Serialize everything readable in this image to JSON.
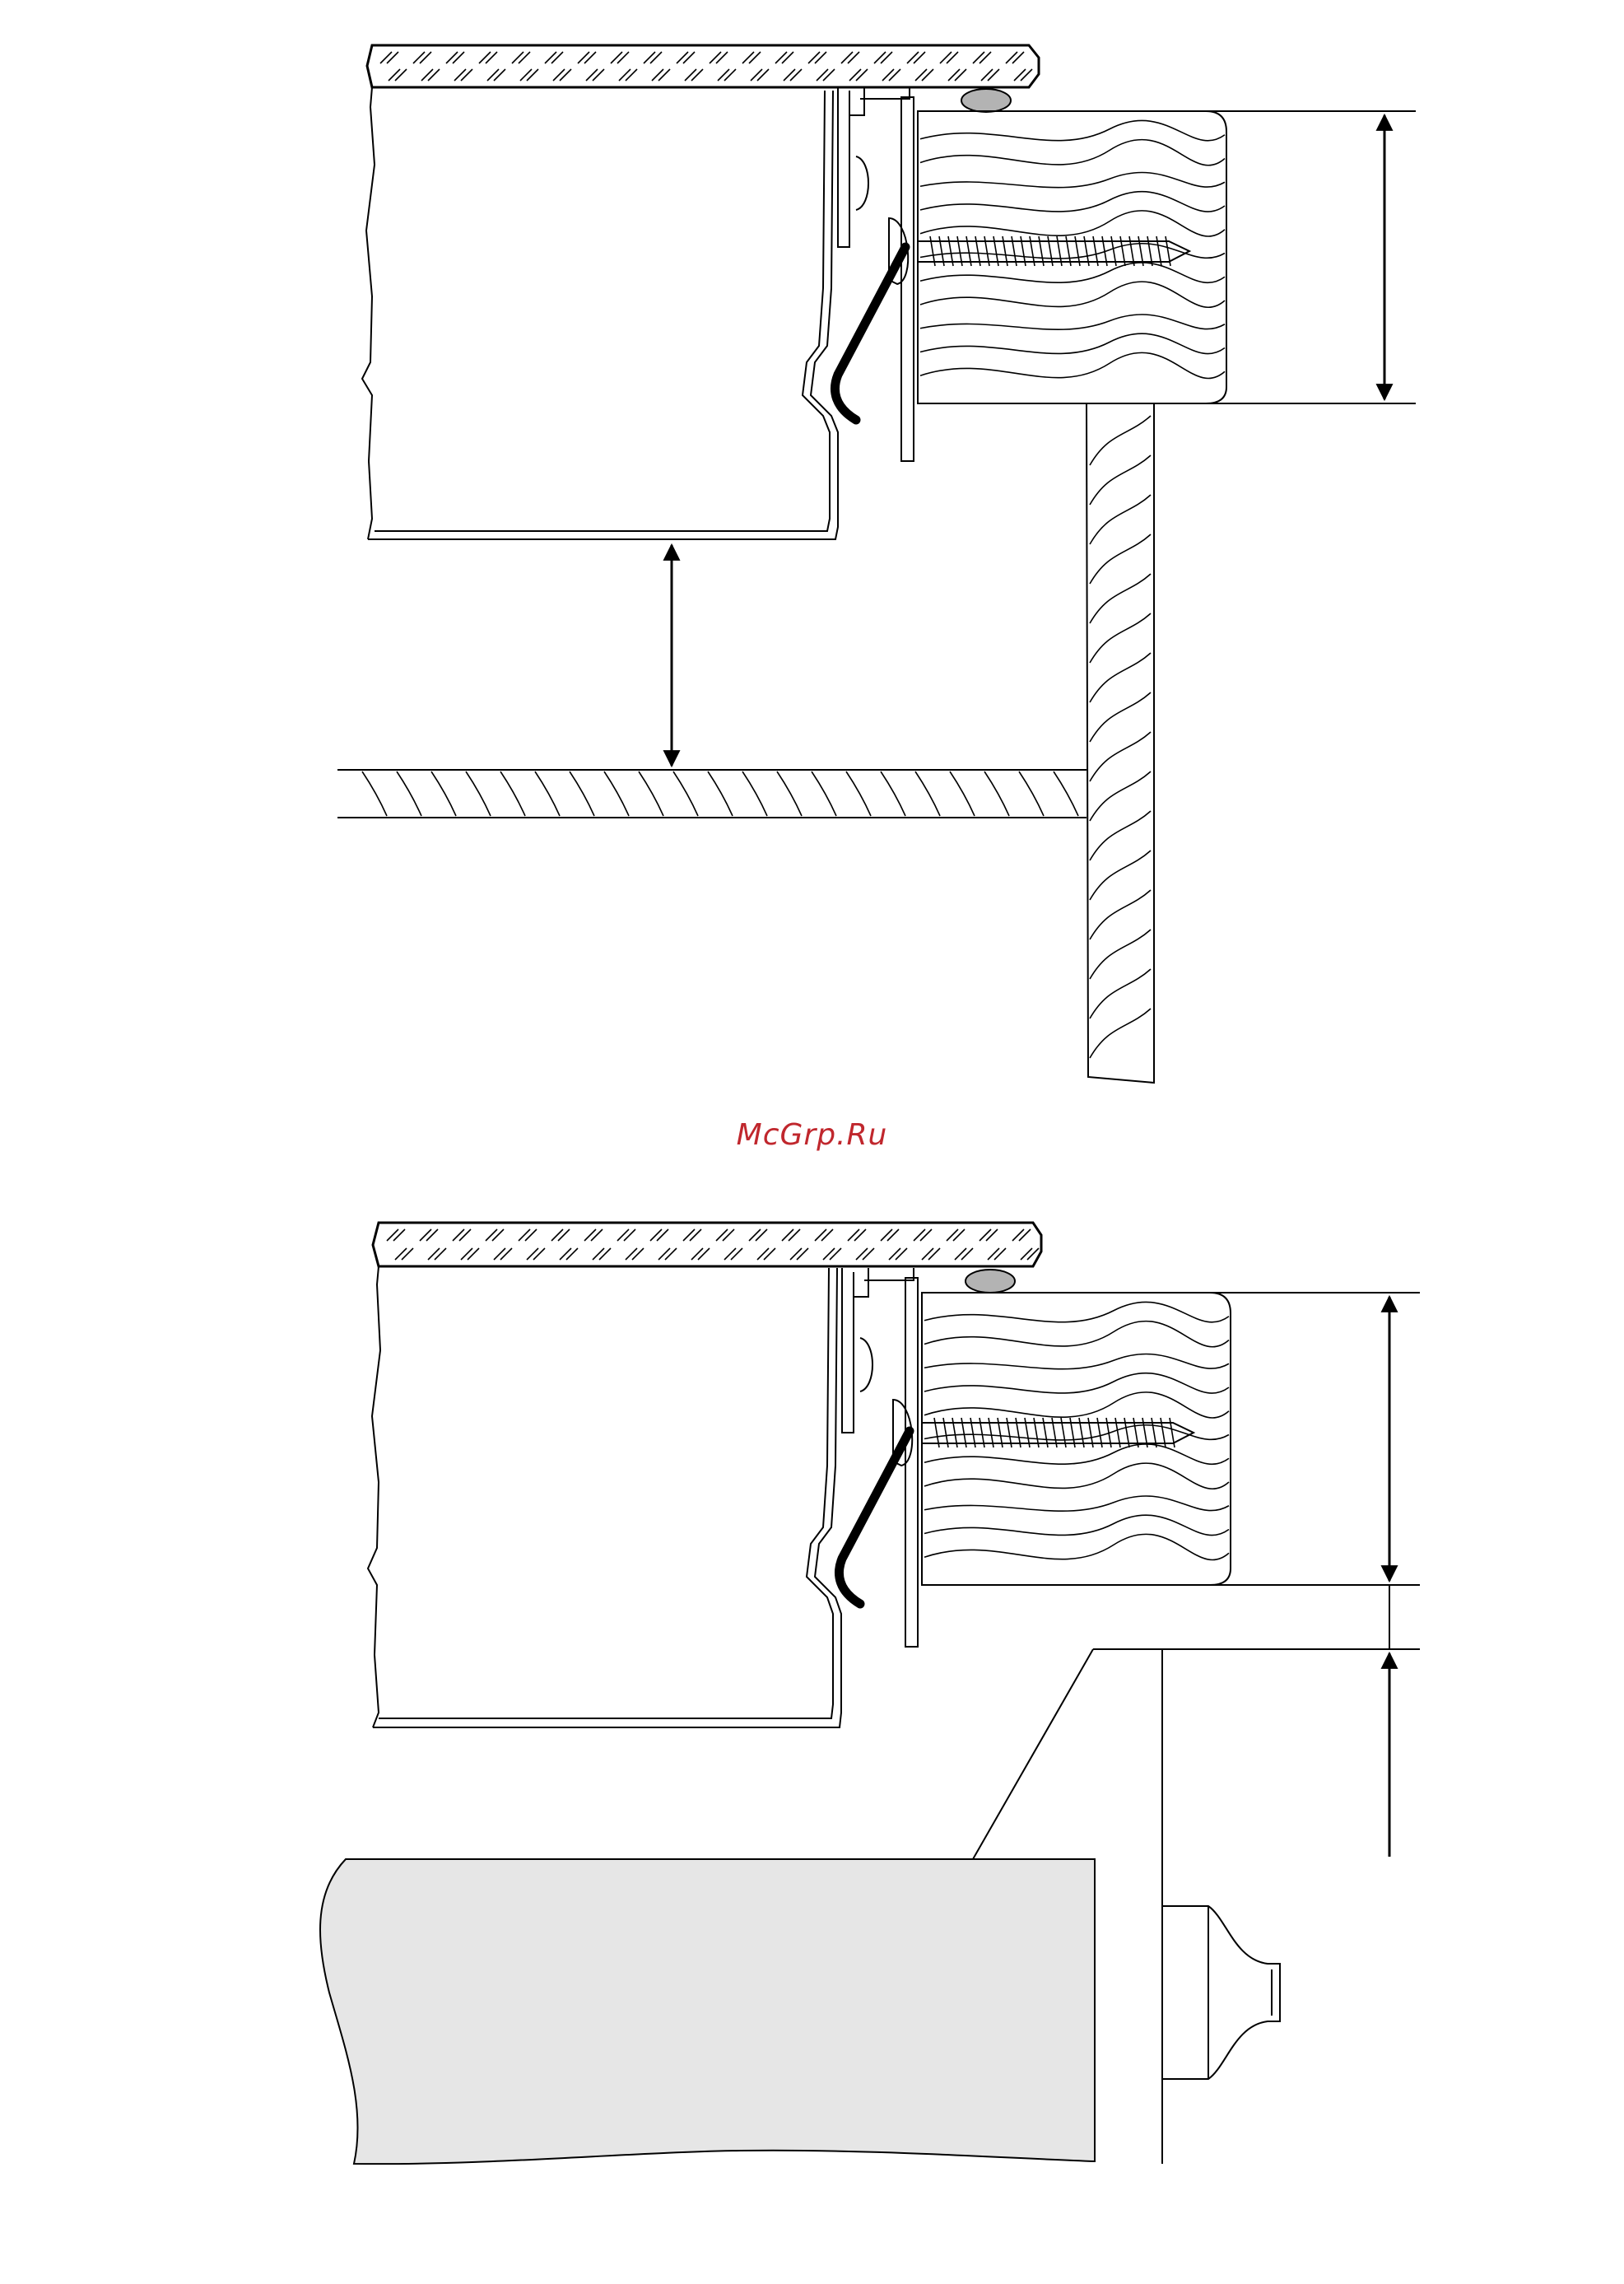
{
  "watermark": "McGrp.Ru",
  "colors": {
    "watermark": "#c0272d",
    "line": "#000000",
    "seal": "#b3b3b3",
    "door": "#e6e6e6"
  },
  "figures": [
    {
      "name": "top-installation-detail",
      "shows": [
        "worktop",
        "hob-housing",
        "fixing-clip",
        "wood-batten",
        "side-panel",
        "shelf"
      ]
    },
    {
      "name": "bottom-installation-detail",
      "shows": [
        "worktop",
        "hob-housing",
        "fixing-clip",
        "wood-batten",
        "side-panel",
        "drawer-front",
        "knob"
      ]
    }
  ]
}
